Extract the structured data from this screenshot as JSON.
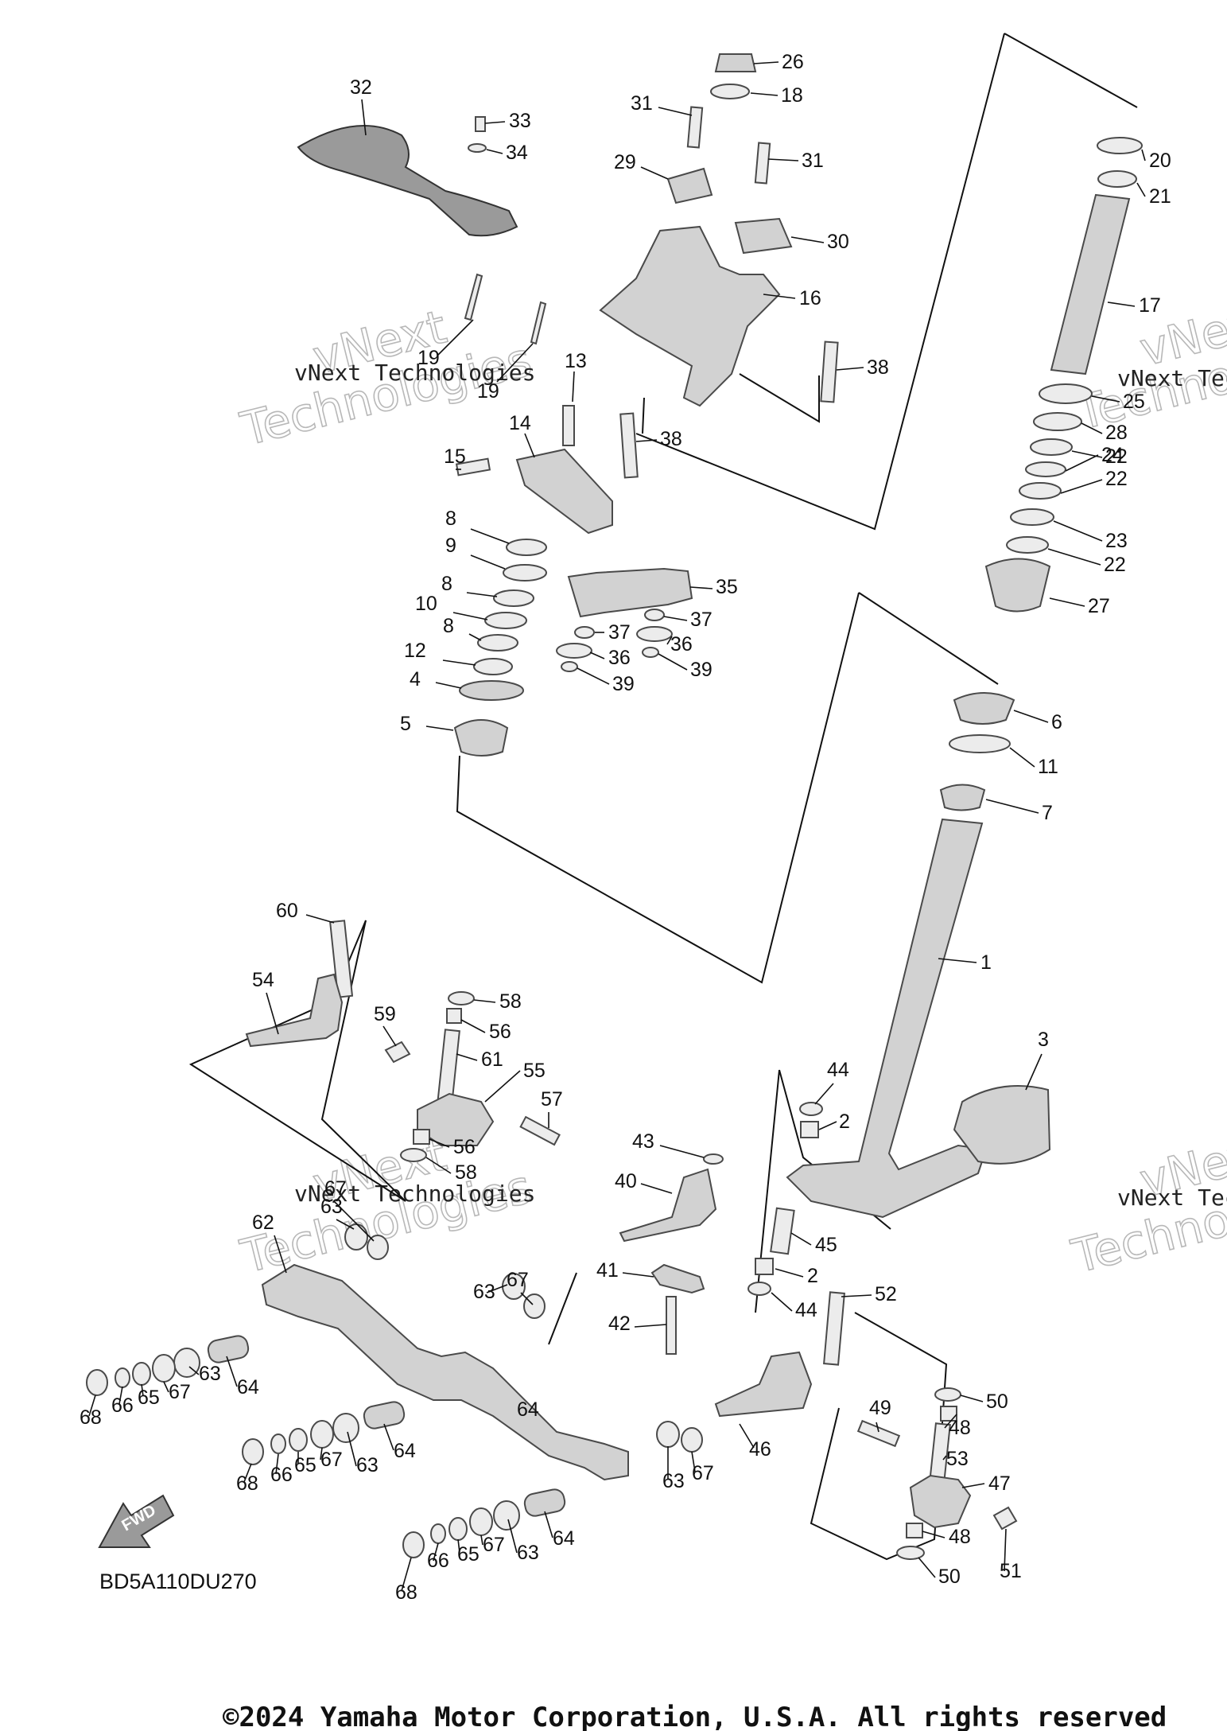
{
  "diagram_code": "BD5A110DU270",
  "fwd_label": "FWD",
  "copyright": "©2024 Yamaha Motor Corporation, U.S.A. All rights reserved",
  "watermark": {
    "line1": "vNext Technologies",
    "line2": "vNext",
    "line3": "Technologies"
  },
  "callouts": [
    "1",
    "2",
    "2",
    "3",
    "4",
    "5",
    "6",
    "7",
    "8",
    "8",
    "8",
    "9",
    "10",
    "11",
    "12",
    "13",
    "14",
    "15",
    "16",
    "17",
    "18",
    "19",
    "19",
    "20",
    "21",
    "22",
    "22",
    "22",
    "23",
    "24",
    "25",
    "26",
    "27",
    "28",
    "29",
    "30",
    "31",
    "31",
    "32",
    "33",
    "34",
    "35",
    "36",
    "36",
    "37",
    "37",
    "38",
    "38",
    "39",
    "39",
    "40",
    "41",
    "42",
    "43",
    "44",
    "44",
    "45",
    "46",
    "47",
    "48",
    "48",
    "49",
    "50",
    "50",
    "51",
    "52",
    "53",
    "54",
    "55",
    "56",
    "56",
    "57",
    "58",
    "58",
    "59",
    "60",
    "61",
    "62",
    "63",
    "63",
    "63",
    "63",
    "63",
    "63",
    "64",
    "64",
    "64",
    "64",
    "65",
    "65",
    "65",
    "66",
    "66",
    "66",
    "67",
    "67",
    "67",
    "67",
    "67",
    "67",
    "68",
    "68",
    "68"
  ]
}
